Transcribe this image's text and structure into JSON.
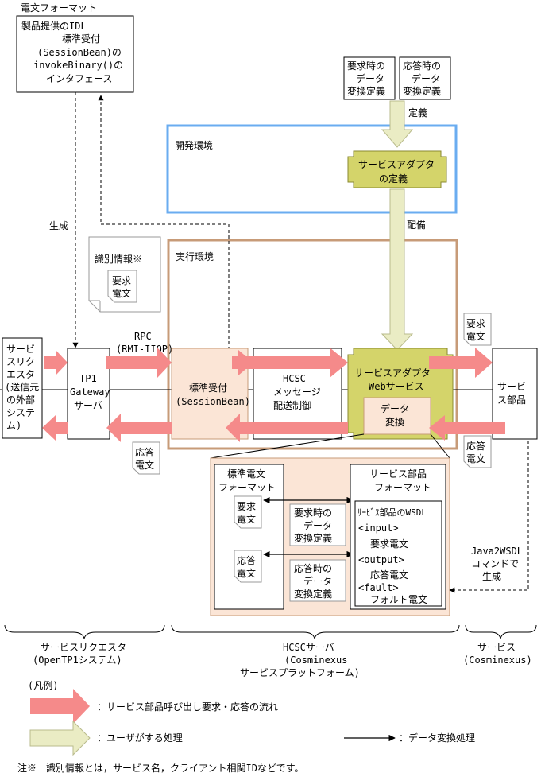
{
  "palette": {
    "pink_arrow": "#f58a8a",
    "cream_arrow": "#eaecc4",
    "adapter_fill": "#d4d46a",
    "std_recv_fill": "#fbe5d6",
    "detail_fill": "#fbe5d6",
    "dev_border": "#6aacf0",
    "run_border": "#c79b78"
  },
  "top_box": {
    "heading": "電文フォーマット",
    "lines": [
      "製品提供のIDL",
      "標準受付",
      "(SessionBean)の",
      "invokeBinary()の",
      "インタフェース"
    ]
  },
  "user_defs": {
    "request": [
      "要求時の",
      "データ",
      "変換定義"
    ],
    "response": [
      "応答時の",
      "データ",
      "変換定義"
    ],
    "label": "定義"
  },
  "dev_env": {
    "title": "開発環境",
    "adapter": [
      "サービスアダプタ",
      "の定義"
    ],
    "deploy_label": "配備"
  },
  "runtime": {
    "title": "実行環境",
    "std_recv": [
      "標準受付",
      "(SessionBean)"
    ],
    "hcsc": [
      "HCSC",
      "メッセージ",
      "配送制御"
    ],
    "adapter": [
      "サービスアダプタ",
      "Webサービス"
    ],
    "convert": [
      "データ",
      "変換"
    ]
  },
  "left": {
    "requester": [
      "サービ",
      "スリク",
      "エスタ",
      "(送信元",
      "の外部",
      "システ",
      "ム)"
    ],
    "gateway": [
      "TP1",
      "Gateway",
      "サーバ"
    ],
    "generate_label": "生成",
    "rpc": [
      "RPC",
      "(RMI-IIOP)"
    ],
    "id_info": "識別情報※",
    "request_msg": [
      "要求",
      "電文"
    ],
    "response_msg": [
      "応答",
      "電文"
    ]
  },
  "right": {
    "service": [
      "サービ",
      "ス部品"
    ],
    "request_msg": [
      "要求",
      "電文"
    ],
    "response_msg": [
      "応答",
      "電文"
    ],
    "java2wsdl": [
      "Java2WSDL",
      "コマンドで",
      "生成"
    ]
  },
  "detail": {
    "std_format": [
      "標準電文",
      "フォーマット"
    ],
    "req_msg": [
      "要求",
      "電文"
    ],
    "res_msg": [
      "応答",
      "電文"
    ],
    "req_def": [
      "要求時の",
      "データ",
      "変換定義"
    ],
    "res_def": [
      "応答時の",
      "データ",
      "変換定義"
    ],
    "svc_format": [
      "サービス部品",
      "フォーマット"
    ],
    "wsdl_title": "ｻｰﾋﾞｽ部品のWSDL",
    "wsdl_lines": [
      "<input>",
      "要求電文",
      "<output>",
      "応答電文",
      "<fault>",
      "フォルト電文"
    ]
  },
  "braces": {
    "requester": [
      "サービスリクエスタ",
      "(OpenTP1システム)"
    ],
    "hcsc": [
      "HCSCサーバ",
      "(Cosminexus",
      "サービスプラットフォーム)"
    ],
    "service": [
      "サービス",
      "(Cosminexus)"
    ]
  },
  "legend": {
    "title": "(凡例)",
    "pink": "：サービス部品呼び出し要求・応答の流れ",
    "cream": "：ユーザがする処理",
    "line": "：データ変換処理"
  },
  "note": "注※　識別情報とは，サービス名，クライアント相関IDなどです。"
}
